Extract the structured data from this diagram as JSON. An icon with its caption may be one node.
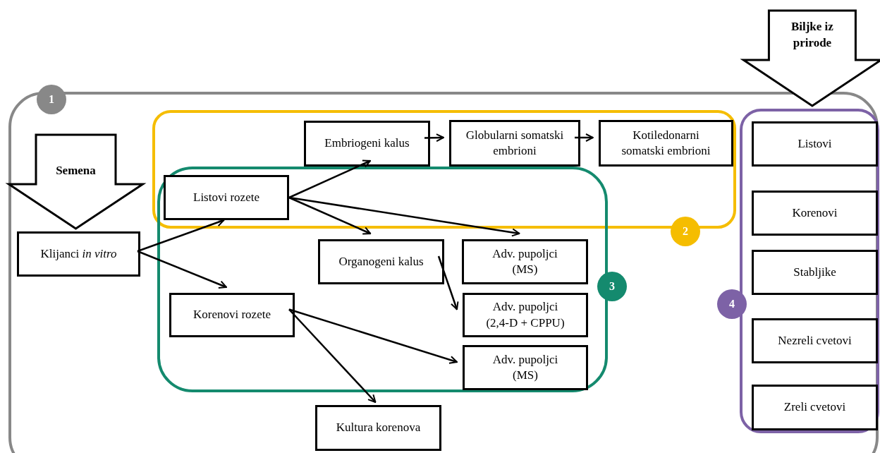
{
  "diagram": {
    "nodes": [
      {
        "text": [
          "1"
        ]
      },
      {
        "text": [
          "2"
        ],
        "in": 0
      },
      {
        "text": [
          "3"
        ],
        "in": 0
      },
      {
        "text": [
          "4"
        ],
        "in": 0
      },
      {
        "text": [
          "Klijanci *in vitro*"
        ],
        "in": 0
      },
      {
        "text": [
          "Embriogeni kalus"
        ],
        "in": 1
      },
      {
        "text": [
          "Globularni somatski embrioni"
        ],
        "in": 1
      },
      {
        "text": [
          "Kotiledonarni somatski embrioni"
        ],
        "in": 1
      },
      {
        "text": [
          "Listovi rozete"
        ]
      },
      {
        "text": [
          "Organogeni kalus"
        ],
        "in": 2
      },
      {
        "text": [
          "Adv. pupoljci (MS)"
        ],
        "in": 2
      },
      {
        "text": [
          "Adv. pupoljci (2,4-D + CPPU)"
        ],
        "in": 2
      },
      {
        "text": [
          "Korenovi rozete"
        ],
        "in": 2
      },
      {
        "text": [
          "Adv. pupoljci (MS)"
        ],
        "in": 2
      },
      {
        "text": [
          "Kultura korenova"
        ],
        "in": 0
      },
      {
        "text": [
          "Listovi"
        ],
        "in": 3
      },
      {
        "text": [
          "Korenovi"
        ],
        "in": 3
      },
      {
        "text": [
          "Stabljike"
        ],
        "in": 3
      },
      {
        "text": [
          "Nezreli cvetovi"
        ],
        "in": 3
      },
      {
        "text": [
          "Zreli cvetovi"
        ],
        "in": 3
      }
    ],
    "edges": [
      {
        "from": 4,
        "to": 8,
        "arrow": "to"
      },
      {
        "from": 4,
        "to": 12,
        "arrow": "to"
      },
      {
        "from": 8,
        "to": 5,
        "arrow": "to"
      },
      {
        "from": 5,
        "to": 6,
        "arrow": "to"
      },
      {
        "from": 6,
        "to": 7,
        "arrow": "to"
      },
      {
        "from": 8,
        "to": 9,
        "arrow": "to"
      },
      {
        "from": 8,
        "to": 10,
        "arrow": "to"
      },
      {
        "from": 9,
        "to": 11,
        "arrow": "to"
      },
      {
        "from": 12,
        "to": 13,
        "arrow": "to"
      },
      {
        "from": 12,
        "to": 14,
        "arrow": "to"
      },
      {
        "from": null,
        "to": 4,
        "arrow": "to",
        "label": "Semena",
        "style": "thick"
      },
      {
        "from": null,
        "to": 3,
        "arrow": "to",
        "label": "Biljke iz prirode",
        "style": "thick"
      }
    ]
  }
}
